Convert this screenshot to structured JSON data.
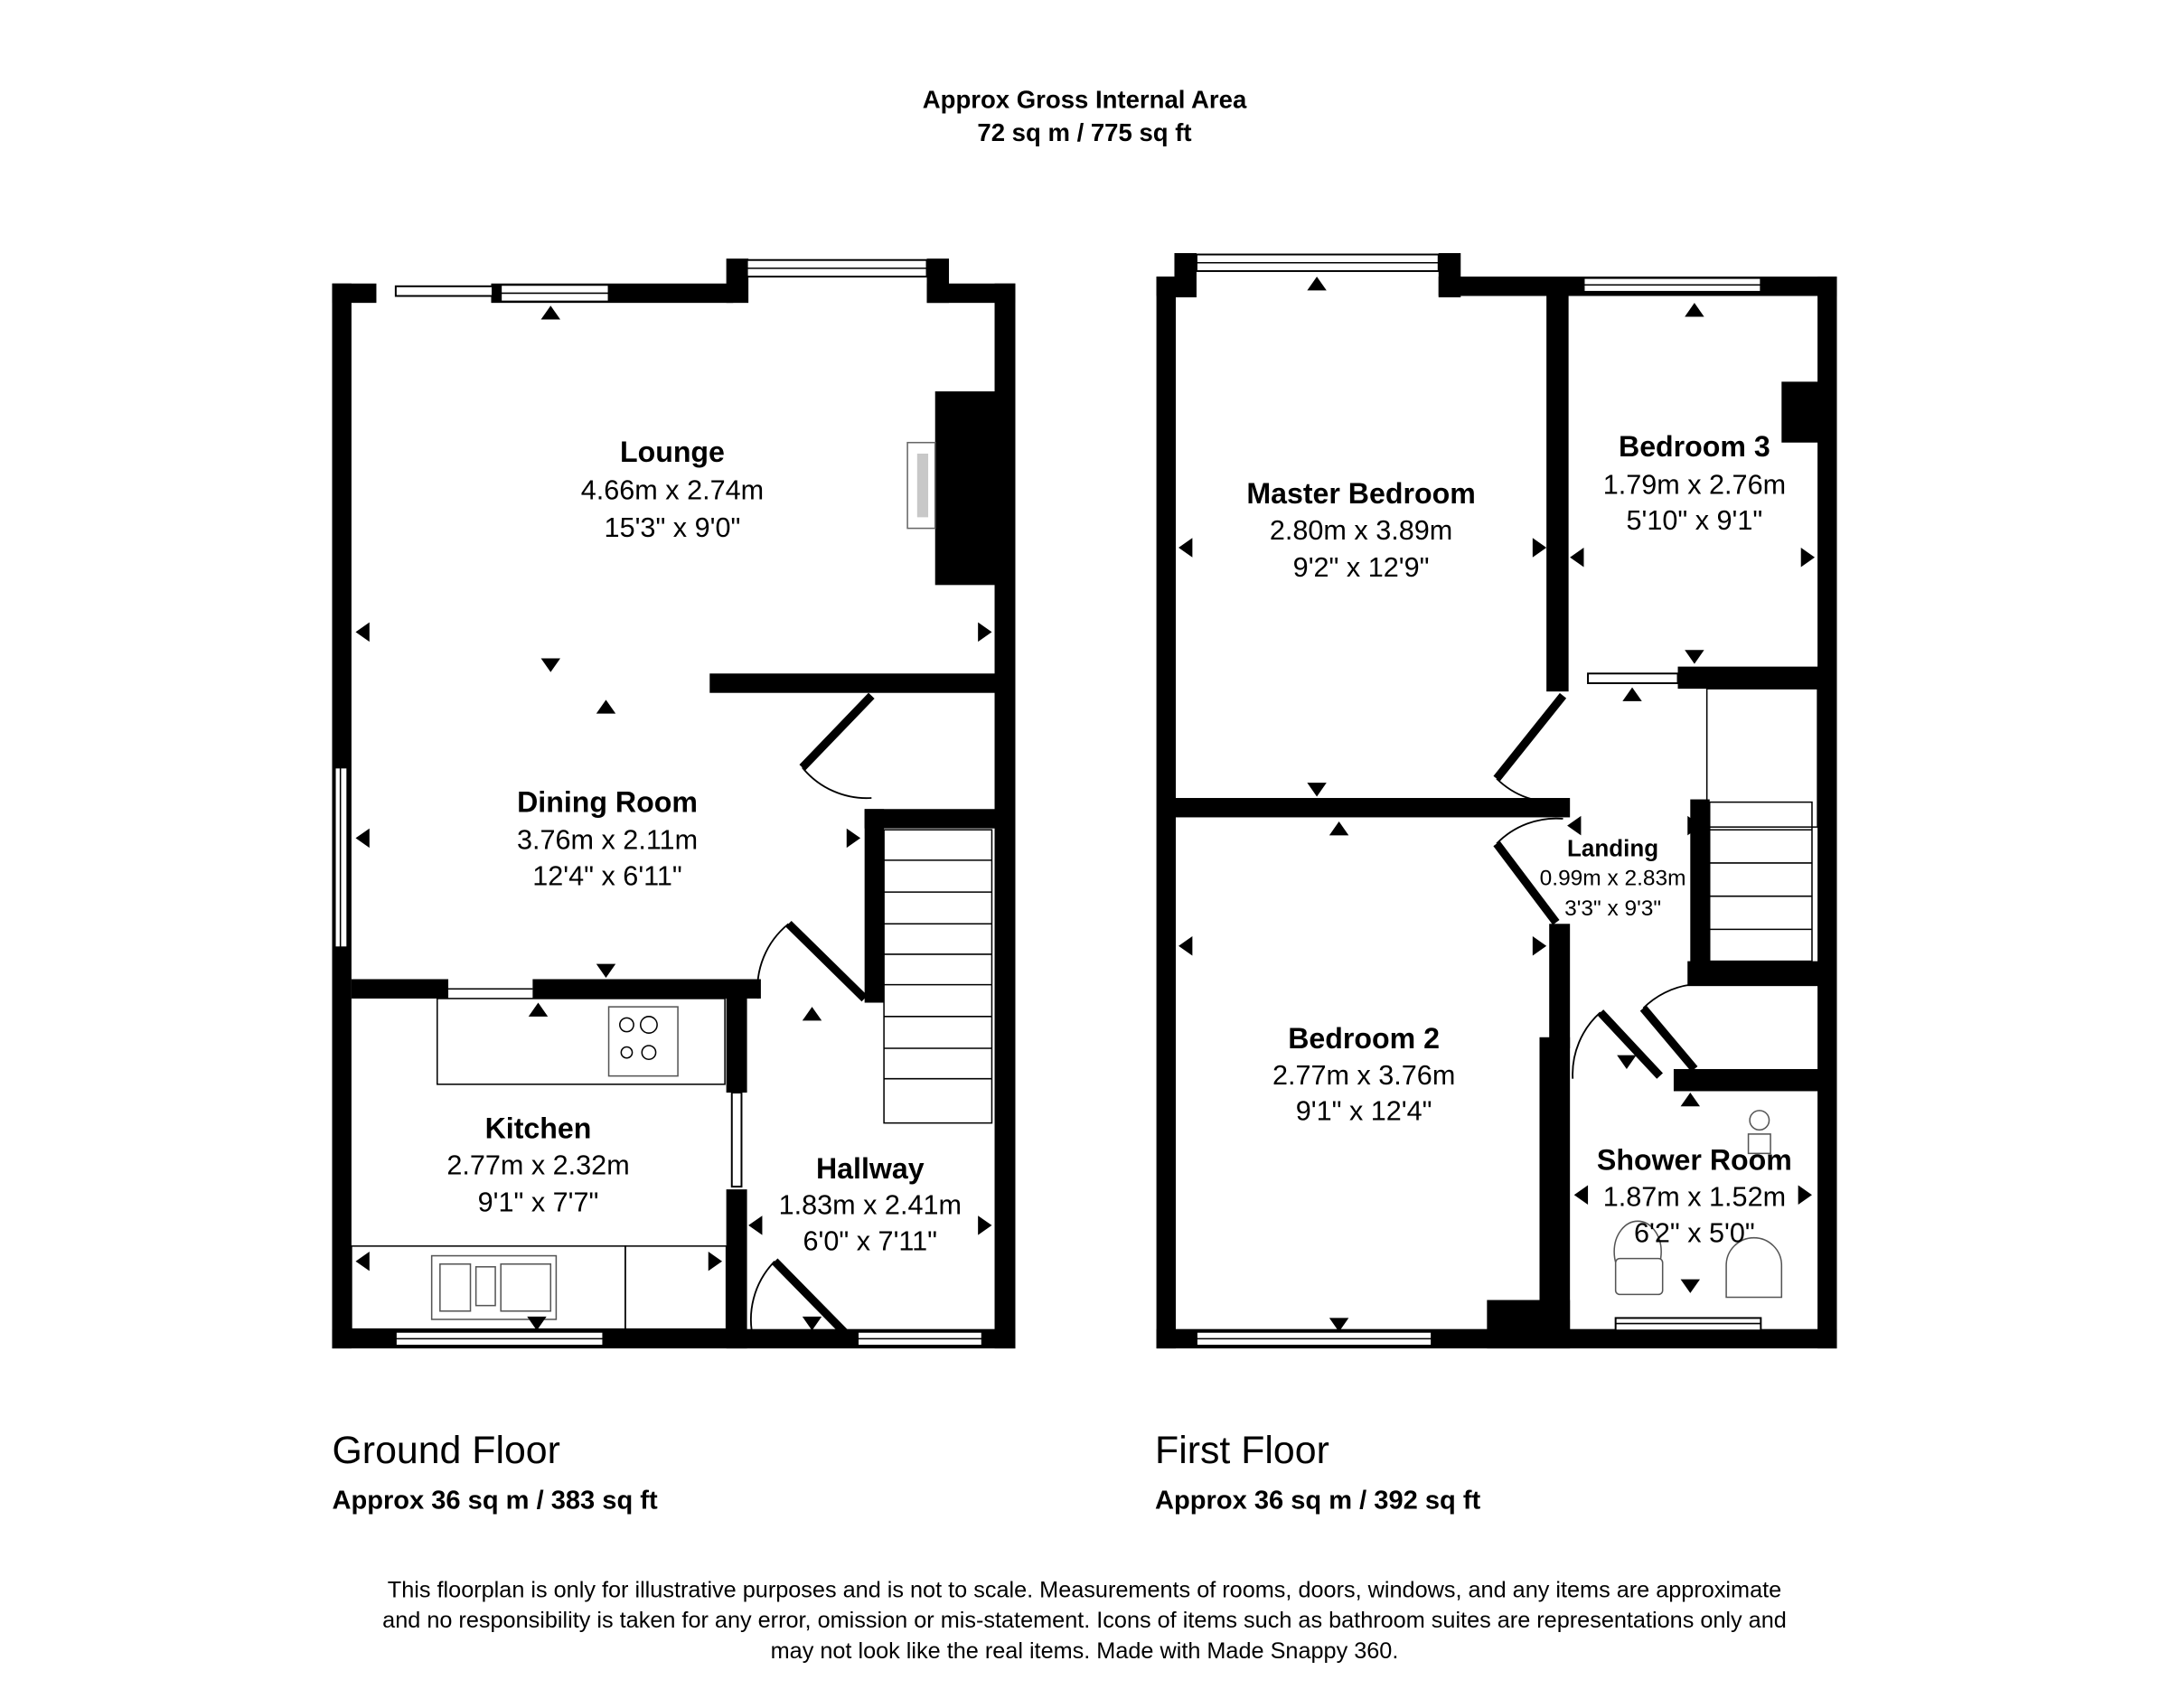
{
  "header": {
    "title_line1": "Approx Gross Internal Area",
    "title_line2": "72 sq m / 775 sq ft"
  },
  "ground_floor": {
    "label": "Ground Floor",
    "area": "Approx 36 sq m / 383 sq ft",
    "rooms": [
      {
        "name": "Lounge",
        "metric": "4.66m x 2.74m",
        "imperial": "15'3\" x 9'0\""
      },
      {
        "name": "Dining Room",
        "metric": "3.76m x 2.11m",
        "imperial": "12'4\" x 6'11\""
      },
      {
        "name": "Kitchen",
        "metric": "2.77m x 2.32m",
        "imperial": "9'1\" x 7'7\""
      },
      {
        "name": "Hallway",
        "metric": "1.83m x 2.41m",
        "imperial": "6'0\" x 7'11\""
      }
    ]
  },
  "first_floor": {
    "label": "First Floor",
    "area": "Approx 36 sq m / 392 sq ft",
    "rooms": [
      {
        "name": "Master Bedroom",
        "metric": "2.80m x 3.89m",
        "imperial": "9'2\" x 12'9\""
      },
      {
        "name": "Bedroom 3",
        "metric": "1.79m x 2.76m",
        "imperial": "5'10\" x 9'1\""
      },
      {
        "name": "Landing",
        "metric": "0.99m x 2.83m",
        "imperial": "3'3\" x 9'3\""
      },
      {
        "name": "Bedroom 2",
        "metric": "2.77m x 3.76m",
        "imperial": "9'1\" x 12'4\""
      },
      {
        "name": "Shower Room",
        "metric": "1.87m x 1.52m",
        "imperial": "6'2\" x 5'0\""
      }
    ]
  },
  "disclaimer": {
    "line1": "This floorplan is only for illustrative purposes and is not to scale. Measurements of rooms, doors, windows, and any items are approximate",
    "line2": "and no responsibility is taken for any error, omission or mis-statement. Icons of items such as bathroom suites are representations only and",
    "line3": "may not look like the real items. Made with Made Snappy 360."
  },
  "colors": {
    "wall": "#000000",
    "background": "#ffffff",
    "fixture_fill": "#c8c8c8"
  }
}
